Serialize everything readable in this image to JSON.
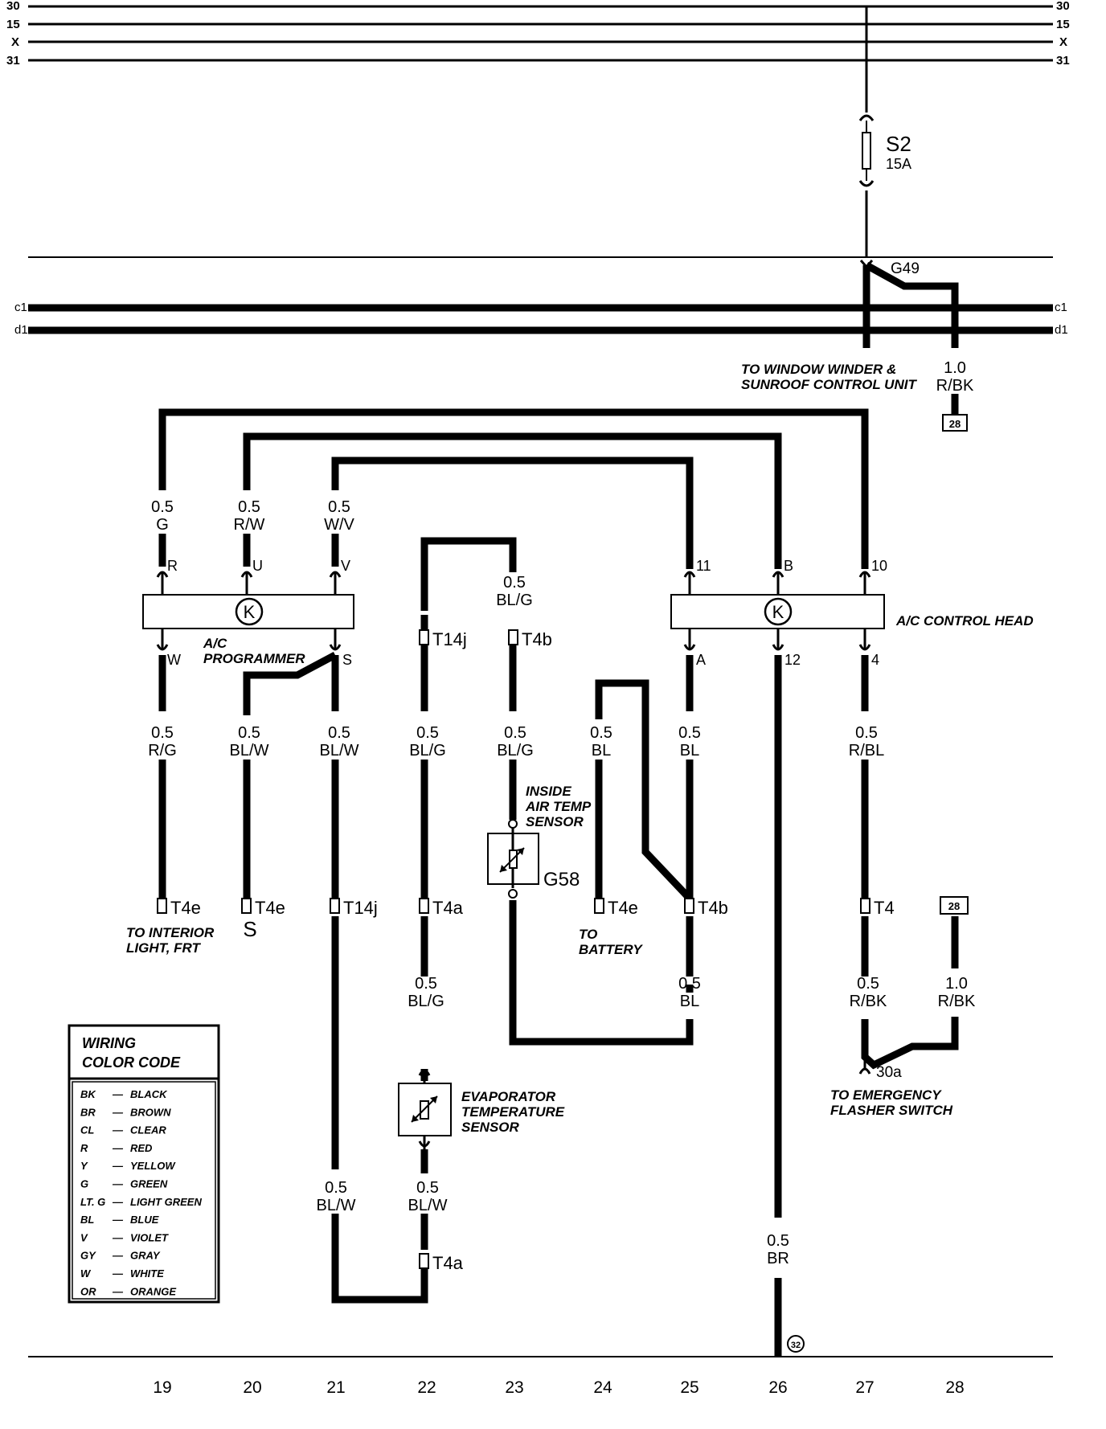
{
  "bus_lines": [
    "30",
    "15",
    "X",
    "31"
  ],
  "ground_bus": [
    "c1",
    "d1"
  ],
  "fuse": {
    "id": "S2",
    "rating": "15A"
  },
  "ground_point": "G49",
  "notes": {
    "window_winder": [
      "TO WINDOW WINDER &",
      "SUNROOF CONTROL UNIT"
    ],
    "ac_programmer": [
      "A/C",
      "PROGRAMMER"
    ],
    "ac_control_head": "A/C CONTROL HEAD",
    "inside_air_temp": [
      "INSIDE",
      "AIR TEMP",
      "SENSOR"
    ],
    "interior_light": [
      "TO INTERIOR",
      "LIGHT, FRT"
    ],
    "battery": [
      "TO",
      "BATTERY"
    ],
    "evaporator": [
      "EVAPORATOR",
      "TEMPERATURE",
      "SENSOR"
    ],
    "emergency_flasher": [
      "TO EMERGENCY",
      "FLASHER SWITCH"
    ]
  },
  "wire_labels": {
    "w27_top": [
      "1.0",
      "R/BK"
    ],
    "w19_top": [
      "0.5",
      "G"
    ],
    "w20_top": [
      "0.5",
      "R/W"
    ],
    "w21_top": [
      "0.5",
      "W/V"
    ],
    "w23_top": [
      "0.5",
      "BL/G"
    ],
    "w19_mid": [
      "0.5",
      "R/G"
    ],
    "w20_mid": [
      "0.5",
      "BL/W"
    ],
    "w21_mid": [
      "0.5",
      "BL/W"
    ],
    "w22_mid": [
      "0.5",
      "BL/G"
    ],
    "w23_mid": [
      "0.5",
      "BL/G"
    ],
    "w24_mid": [
      "0.5",
      "BL"
    ],
    "w25_mid": [
      "0.5",
      "BL"
    ],
    "w27_mid": [
      "0.5",
      "R/BL"
    ],
    "w22_low": [
      "0.5",
      "BL/G"
    ],
    "w25_low": [
      "0.5",
      "BL"
    ],
    "w27_low": [
      "0.5",
      "R/BK"
    ],
    "w28_low": [
      "1.0",
      "R/BK"
    ],
    "w21_bot": [
      "0.5",
      "BL/W"
    ],
    "w22_bot": [
      "0.5",
      "BL/W"
    ],
    "w26_bot": [
      "0.5",
      "BR"
    ]
  },
  "pins": {
    "p19_top": "R",
    "p20_top": "U",
    "p21_top": "V",
    "p19_bot": "W",
    "p21_bot": "S",
    "p25_top": "11",
    "p26_top": "B",
    "p27_top": "10",
    "p25_bot": "A",
    "p26_bot": "12",
    "p27_bot": "4"
  },
  "connectors": {
    "c22_top": "T14j",
    "c23_top": "T4b",
    "c19": "T4e",
    "c20": "T4e",
    "c21": "T14j",
    "c22": "T4a",
    "c24": "T4e",
    "c25": "T4b",
    "c27": "T4",
    "c22_bot": "T4a"
  },
  "symbols": {
    "programmer_k": "K",
    "control_head_k": "K",
    "s_mark": "S",
    "sensor_g58": "G58",
    "ref_28_top": "28",
    "ref_28_bot": "28",
    "flasher_term": "30a",
    "ground_ref": "32"
  },
  "legend": {
    "title": [
      "WIRING",
      "COLOR CODE"
    ],
    "entries": [
      {
        "code": "BK",
        "name": "BLACK"
      },
      {
        "code": "BR",
        "name": "BROWN"
      },
      {
        "code": "CL",
        "name": "CLEAR"
      },
      {
        "code": "R",
        "name": "RED"
      },
      {
        "code": "Y",
        "name": "YELLOW"
      },
      {
        "code": "G",
        "name": "GREEN"
      },
      {
        "code": "LT. G",
        "name": "LIGHT GREEN"
      },
      {
        "code": "BL",
        "name": "BLUE"
      },
      {
        "code": "V",
        "name": "VIOLET"
      },
      {
        "code": "GY",
        "name": "GRAY"
      },
      {
        "code": "W",
        "name": "WHITE"
      },
      {
        "code": "OR",
        "name": "ORANGE"
      }
    ]
  },
  "columns": [
    "19",
    "20",
    "21",
    "22",
    "23",
    "24",
    "25",
    "26",
    "27",
    "28"
  ]
}
